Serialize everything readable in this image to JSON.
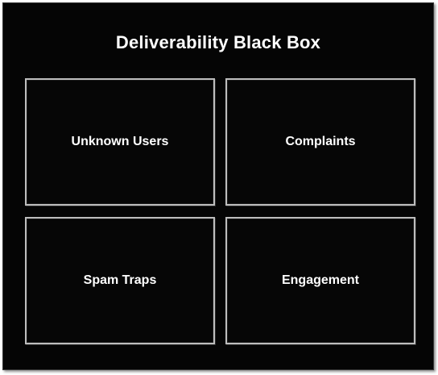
{
  "diagram": {
    "title": "Deliverability Black Box",
    "boxes": [
      {
        "label": "Unknown Users"
      },
      {
        "label": "Complaints"
      },
      {
        "label": "Spam Traps"
      },
      {
        "label": "Engagement"
      }
    ]
  },
  "colors": {
    "background": "#050505",
    "box_border": "#bdbdbd",
    "text": "#ffffff"
  }
}
